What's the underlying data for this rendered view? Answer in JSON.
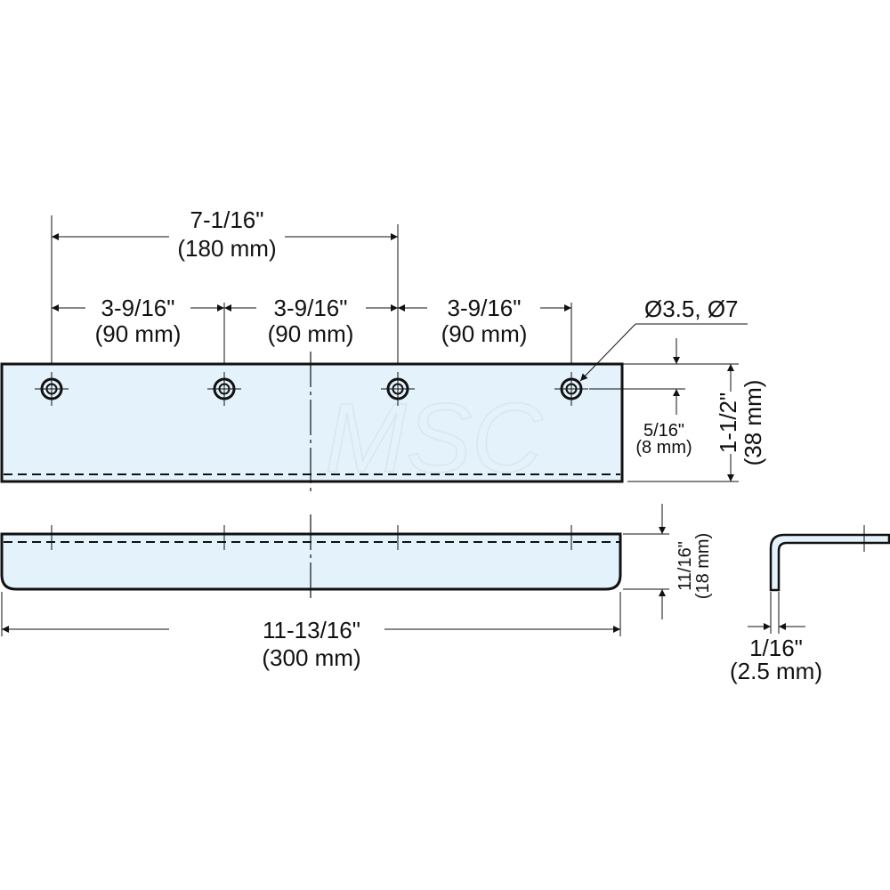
{
  "drawing": {
    "title": "Flat bracket / angle drawing",
    "fill_color": "#e4f2fb",
    "line_color": "#111111",
    "watermark": "MSC"
  },
  "top_view": {
    "overall_hole_span": {
      "inch": "7-1/16\"",
      "mm": "(180 mm)"
    },
    "hole_pitches": [
      {
        "inch": "3-9/16\"",
        "mm": "(90 mm)"
      },
      {
        "inch": "3-9/16\"",
        "mm": "(90 mm)"
      },
      {
        "inch": "3-9/16\"",
        "mm": "(90 mm)"
      }
    ],
    "hole_callout": "Ø3.5, Ø7",
    "hole_edge_offset": {
      "inch": "5/16\"",
      "mm": "(8 mm)"
    },
    "width": {
      "inch": "1-1/2\"",
      "mm": "(38 mm)"
    },
    "hole_count": 4
  },
  "front_view": {
    "overall_length": {
      "inch": "11-13/16\"",
      "mm": "(300 mm)"
    },
    "height": {
      "inch": "11/16\"",
      "mm": "(18 mm)"
    }
  },
  "side_view": {
    "thickness": {
      "inch": "1/16\"",
      "mm": "(2.5 mm)"
    }
  }
}
